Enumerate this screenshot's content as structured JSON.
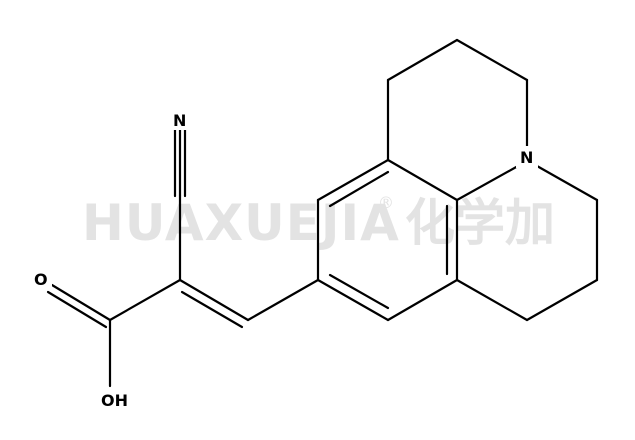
{
  "watermark": {
    "latin": "HUAXUEJIA",
    "registered": "®",
    "chinese": "化学加"
  },
  "atoms": {
    "n_nitrile": "N",
    "o_carbonyl": "O",
    "oh": "OH",
    "n_amine": "N"
  },
  "colors": {
    "bond": "#000000",
    "watermark": "#e3e3e3",
    "background": "#ffffff"
  }
}
